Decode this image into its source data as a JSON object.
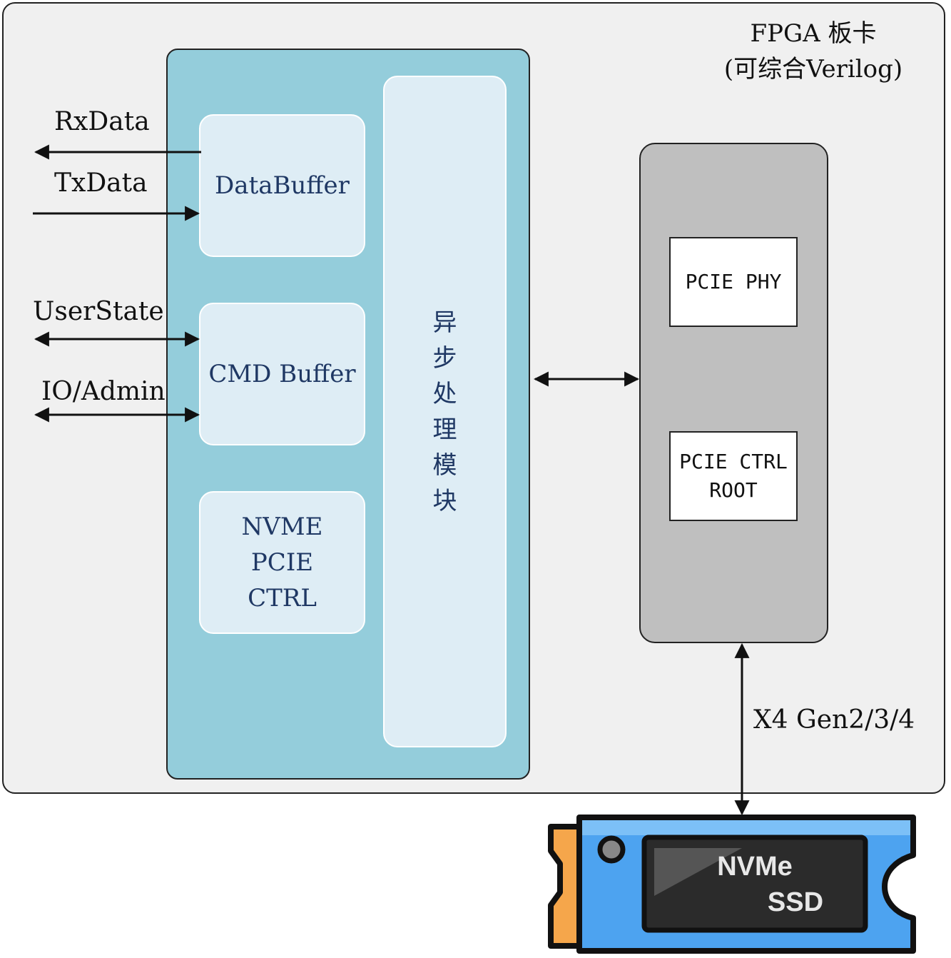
{
  "board": {
    "title_line1": "FPGA 板卡",
    "title_line2": "(可综合Verilog)"
  },
  "ip_core": {
    "data_buffer": "DataBuffer",
    "cmd_buffer": "CMD Buffer",
    "nvme_ctrl_lines": [
      "NVME",
      "PCIE",
      "CTRL"
    ],
    "async_module_chars": [
      "异",
      "步",
      "处",
      "理",
      "模",
      "块"
    ]
  },
  "pcie_block": {
    "phy": "PCIE PHY",
    "ctrl_root_lines": [
      "PCIE CTRL",
      "ROOT"
    ]
  },
  "signals": {
    "rx": "RxData",
    "tx": "TxData",
    "user_state": "UserState",
    "io_admin": "IO/Admin"
  },
  "link_label": "X4 Gen2/3/4",
  "ssd": {
    "line1": "NVMe",
    "line2": "SSD"
  },
  "colors": {
    "board_bg": "#f0f0f0",
    "ip_block": "#94cddb",
    "sub_block": "#deedf5",
    "pcie_block": "#bfbfbf",
    "ssd_body": "#4da3f0",
    "ssd_tab": "#f5a64b"
  }
}
